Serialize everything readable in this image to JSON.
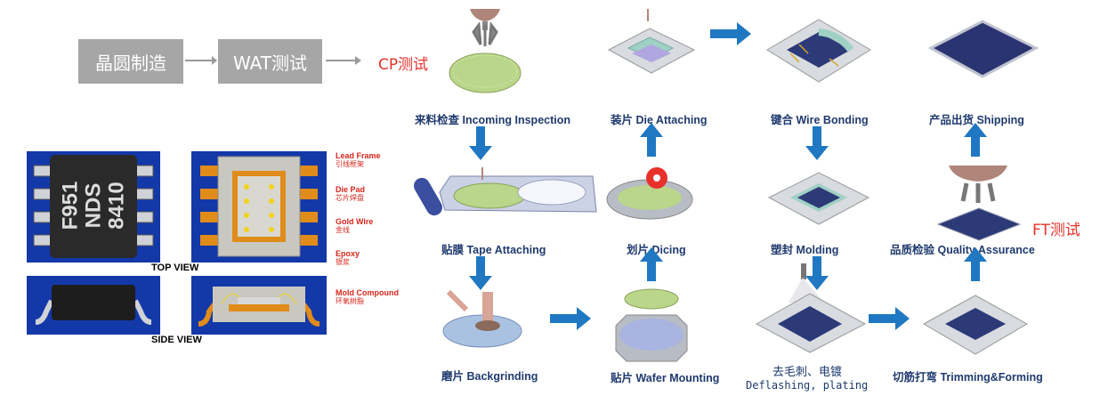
{
  "flow": {
    "step1": "晶圆制造",
    "step2": "WAT测试",
    "cp_label": "CP测试",
    "ft_label": "FT测试"
  },
  "package": {
    "top_view": "TOP VIEW",
    "side_view": "SIDE VIEW",
    "chip_marking": [
      "F951",
      "NDS",
      "8410"
    ],
    "legend": [
      {
        "en": "Lead Frame",
        "cn": "引线框架"
      },
      {
        "en": "Die Pad",
        "cn": "芯片焊盘"
      },
      {
        "en": "Gold Wire",
        "cn": "金线"
      },
      {
        "en": "Epoxy",
        "cn": "银浆"
      },
      {
        "en": "Mold Compound",
        "cn": "环氧树脂"
      }
    ]
  },
  "process": {
    "incoming": "来料检查 Incoming Inspection",
    "tape": "贴膜 Tape Attaching",
    "backgrinding": "磨片 Backgrinding",
    "wafer_mounting": "贴片 Wafer Mounting",
    "dicing": "划片 Dicing",
    "die_attaching": "装片 Die Attaching",
    "wire_bonding": "键合 Wire Bonding",
    "molding": "塑封 Molding",
    "deflash_cn": "去毛刺、电镀",
    "deflash_en": "Deflashing, plating",
    "trimming": "切筋打弯 Trimming&Forming",
    "qa": "品质检验 Quality Assurance",
    "shipping": "产品出货 Shipping"
  },
  "colors": {
    "flow_box": "#a6a6a6",
    "accent_red": "#e8302a",
    "arrow_blue": "#1f78c1",
    "label_navy": "#1f3a6e"
  }
}
